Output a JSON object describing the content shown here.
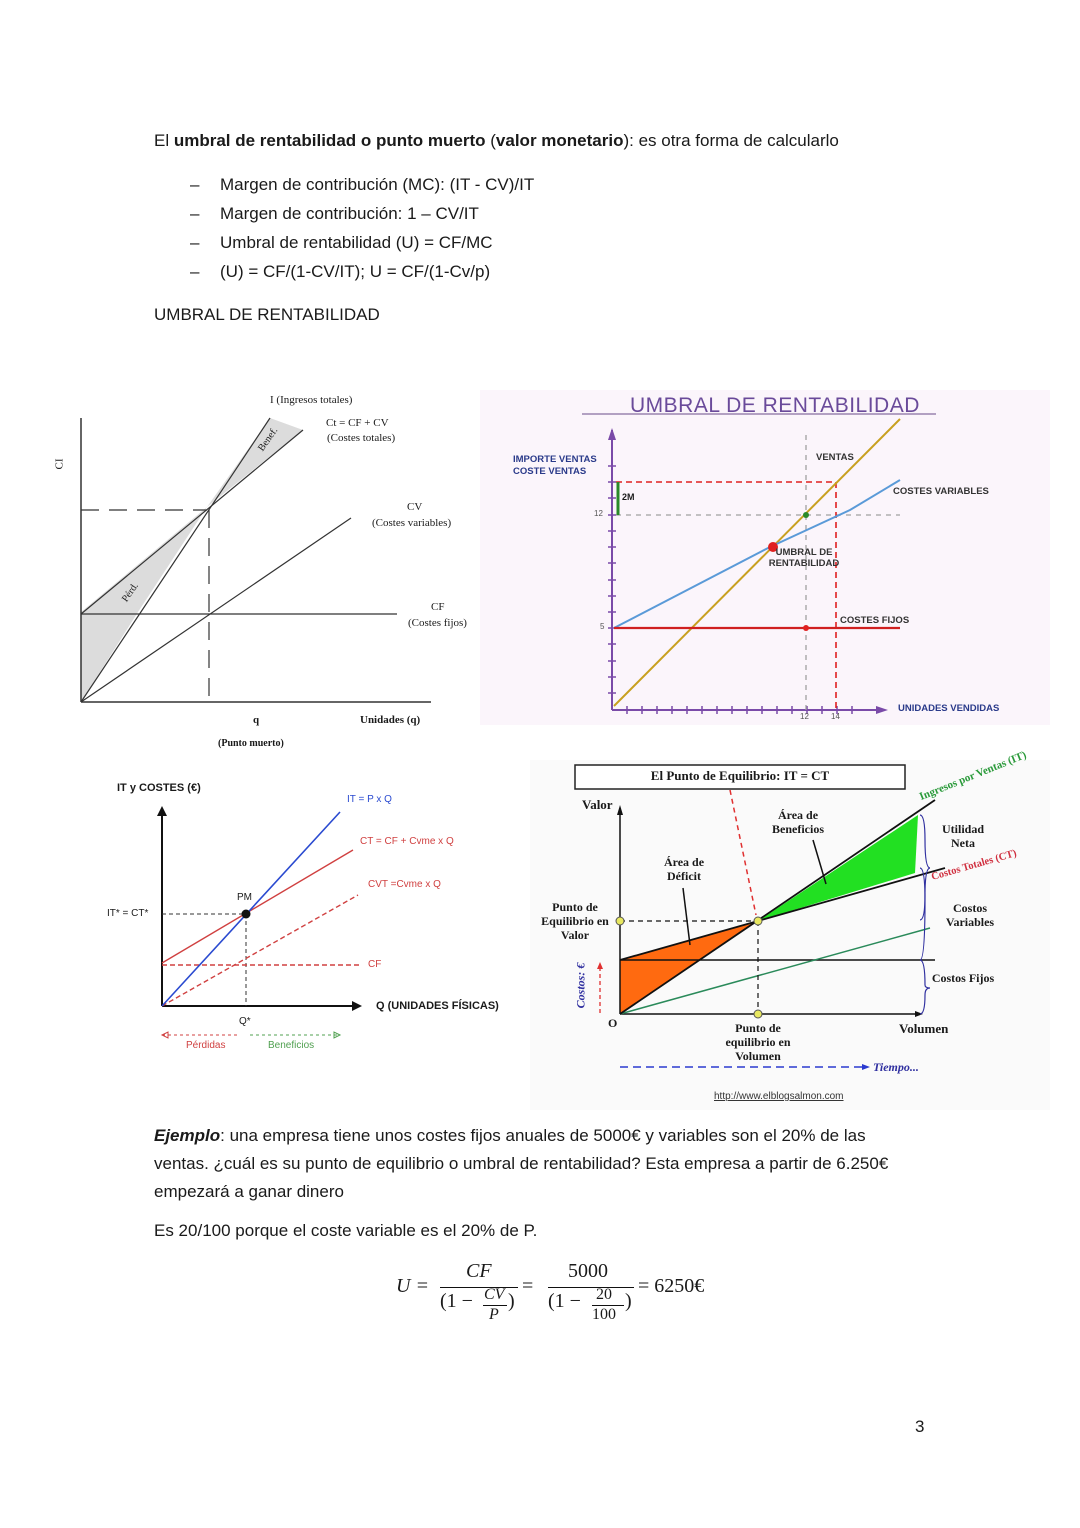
{
  "intro": {
    "prefix": "El ",
    "bold": "umbral de rentabilidad o punto muerto",
    "mid": " (",
    "bold2": "valor monetario",
    "suffix": "): es otra forma de calcularlo"
  },
  "bullets": [
    {
      "dash": "–",
      "text": "Margen de contribución (MC): (IT - CV)/IT"
    },
    {
      "dash": "–",
      "text": "Margen de contribución: 1 – CV/IT"
    },
    {
      "dash": "–",
      "text": "Umbral de rentabilidad (U) = CF/MC"
    },
    {
      "dash": "–",
      "text": "(U) = CF/(1-CV/IT); U = CF/(1-Cv/p)"
    }
  ],
  "section_heading": "UMBRAL DE RENTABILIDAD",
  "chart_data": [
    {
      "type": "line",
      "id": "fig1",
      "title": "",
      "ylabel": "CI",
      "xlabel": "Unidades (q)",
      "series": [
        {
          "name": "I (Ingresos totales)",
          "points": [
            [
              0,
              0
            ],
            [
              1.5,
              3
            ]
          ]
        },
        {
          "name": "Ct = CF + CV (Costes totales)",
          "points": [
            [
              0,
              1
            ],
            [
              1.75,
              3
            ]
          ]
        },
        {
          "name": "CV (Costes variables)",
          "points": [
            [
              0,
              0
            ],
            [
              2.2,
              2.2
            ]
          ]
        },
        {
          "name": "CF (Costes fijos)",
          "points": [
            [
              0,
              1
            ],
            [
              2.5,
              1
            ]
          ]
        }
      ],
      "labels": {
        "income": "I (Ingresos totales)",
        "total_cost_formula": "Ct = CF + CV",
        "total_cost": "(Costes totales)",
        "cv": "CV",
        "cv_desc": "(Costes variables)",
        "cf": "CF",
        "cf_desc": "(Costes fijos)",
        "benef": "Benef.",
        "perd": "Pérd.",
        "q": "q",
        "punto_muerto": "(Punto muerto)"
      }
    },
    {
      "type": "line",
      "id": "fig2",
      "title": "UMBRAL DE RENTABILIDAD",
      "ylabel": "IMPORTE VENTAS COSTE VENTAS",
      "xlabel": "UNIDADES VENDIDAS",
      "yticks": [
        "5",
        "12"
      ],
      "xticks": [
        "12",
        "14"
      ],
      "series": [
        {
          "name": "VENTAS",
          "points": [
            [
              0,
              0
            ],
            [
              14,
              14
            ],
            [
              17,
              17
            ]
          ]
        },
        {
          "name": "COSTES VARIABLES",
          "points": [
            [
              0,
              5
            ],
            [
              10,
              10
            ],
            [
              17,
              14
            ]
          ]
        },
        {
          "name": "COSTES FIJOS",
          "points": [
            [
              0,
              5
            ],
            [
              17,
              5
            ]
          ]
        }
      ],
      "annotations": [
        "2M",
        "UMBRAL DE RENTABILIDAD"
      ]
    },
    {
      "type": "line",
      "id": "fig3",
      "ylabel": "IT y COSTES (€)",
      "xlabel": "Q (UNIDADES FÍSICAS)",
      "series": [
        {
          "name": "IT = P x Q"
        },
        {
          "name": "CT = CF + Cvme x Q"
        },
        {
          "name": "CVT =Cvme x Q"
        },
        {
          "name": "CF"
        }
      ],
      "labels": {
        "pm": "PM",
        "it_ct": "IT* = CT*",
        "q_star": "Q*",
        "losses": "Pérdidas",
        "profits": "Beneficios"
      }
    },
    {
      "type": "area",
      "id": "fig4",
      "title": "El Punto de Equilibrio: IT = CT",
      "ylabel": "Valor",
      "xlabel": "Volumen",
      "labels": {
        "income": "Ingresos por Ventas (IT)",
        "total_costs": "Costos Totales (CT)",
        "net_profit": "Utilidad Neta",
        "variable_costs": "Costos Variables",
        "fixed_costs": "Costos Fijos",
        "benefits_area": "Área de Beneficios",
        "deficit_area": "Área de Déficit",
        "eq_value": "Punto de Equilibrio en Valor",
        "eq_volume": "Punto de equilibrio en Volumen",
        "costs_axis": "Costos: €",
        "origin": "O",
        "time": "Tiempo...",
        "source": "http://www.elblogsalmon.com"
      }
    }
  ],
  "example": {
    "bold": "Ejemplo",
    "line1": ": una empresa tiene unos costes fijos anuales de 5000€ y variables son el 20% de las",
    "line2": "ventas. ¿cuál es su punto de equilibrio o umbral de rentabilidad? Esta empresa a partir de 6.250€",
    "line3": "empezará a ganar dinero",
    "note": "Es 20/100 porque el coste variable es el 20% de P."
  },
  "formula": {
    "lhs": "U =",
    "num1": "CF",
    "den1_a": "(1 −",
    "den1_num": "CV",
    "den1_den": "P",
    "den1_b": ")",
    "eq": "=",
    "num2": "5000",
    "den2_a": "(1 −",
    "den2_num": "20",
    "den2_den": "100",
    "den2_b": ")",
    "result": "= 6250€"
  },
  "page_number": "3"
}
